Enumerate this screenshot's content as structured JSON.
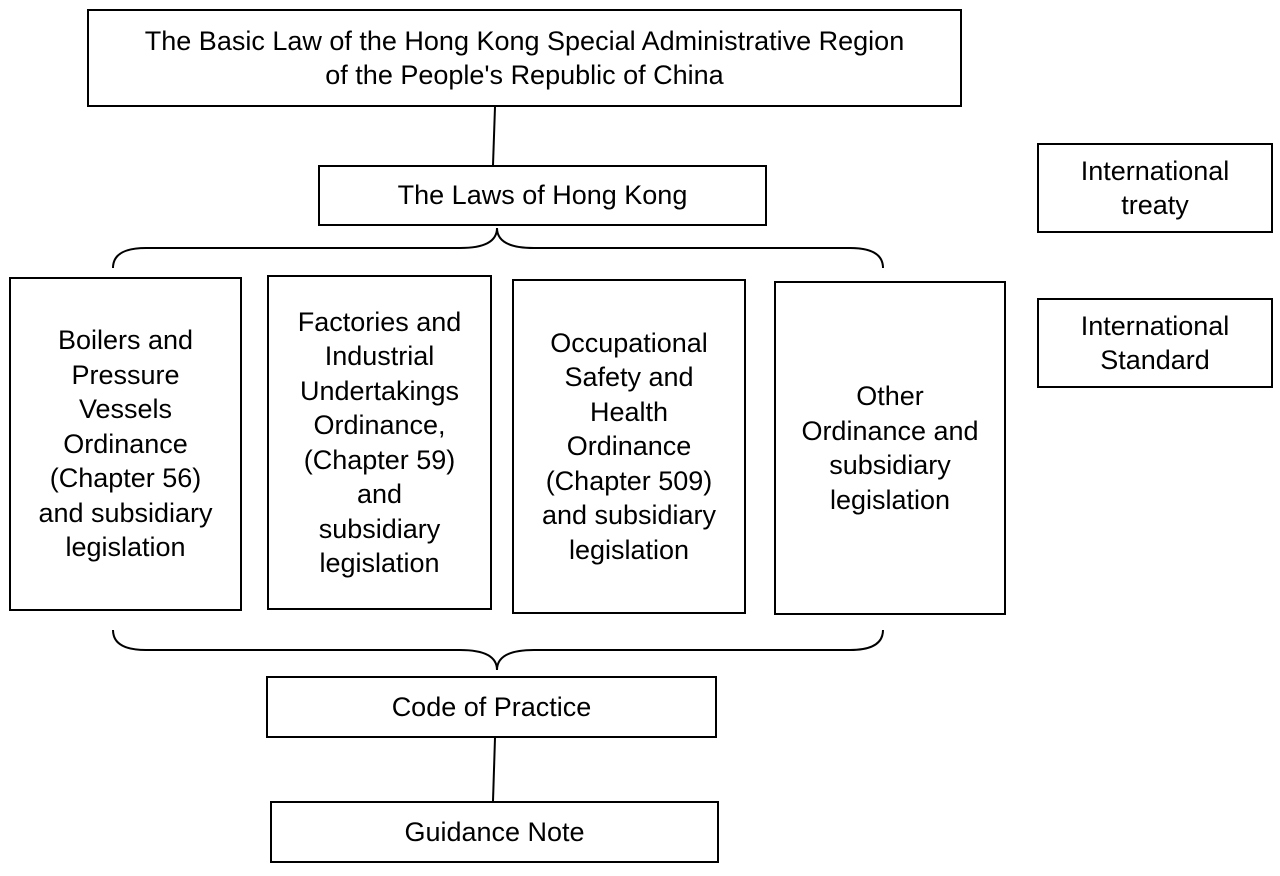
{
  "diagram": {
    "basic_law": "The Basic Law of the Hong Kong Special Administrative Region\nof the People's Republic of China",
    "laws_of_hk": "The Laws of Hong Kong",
    "international_treaty": "International\ntreaty",
    "international_standard": "International\nStandard",
    "ordinances": [
      "Boilers and\nPressure\nVessels\nOrdinance\n(Chapter 56)\nand subsidiary\nlegislation",
      "Factories and\nIndustrial\nUndertakings\nOrdinance,\n(Chapter 59)\nand\nsubsidiary\nlegislation",
      "Occupational\nSafety and\nHealth\nOrdinance\n(Chapter 509)\nand subsidiary\nlegislation",
      "Other\nOrdinance and\nsubsidiary\nlegislation"
    ],
    "code_of_practice": "Code of Practice",
    "guidance_note": "Guidance Note"
  }
}
